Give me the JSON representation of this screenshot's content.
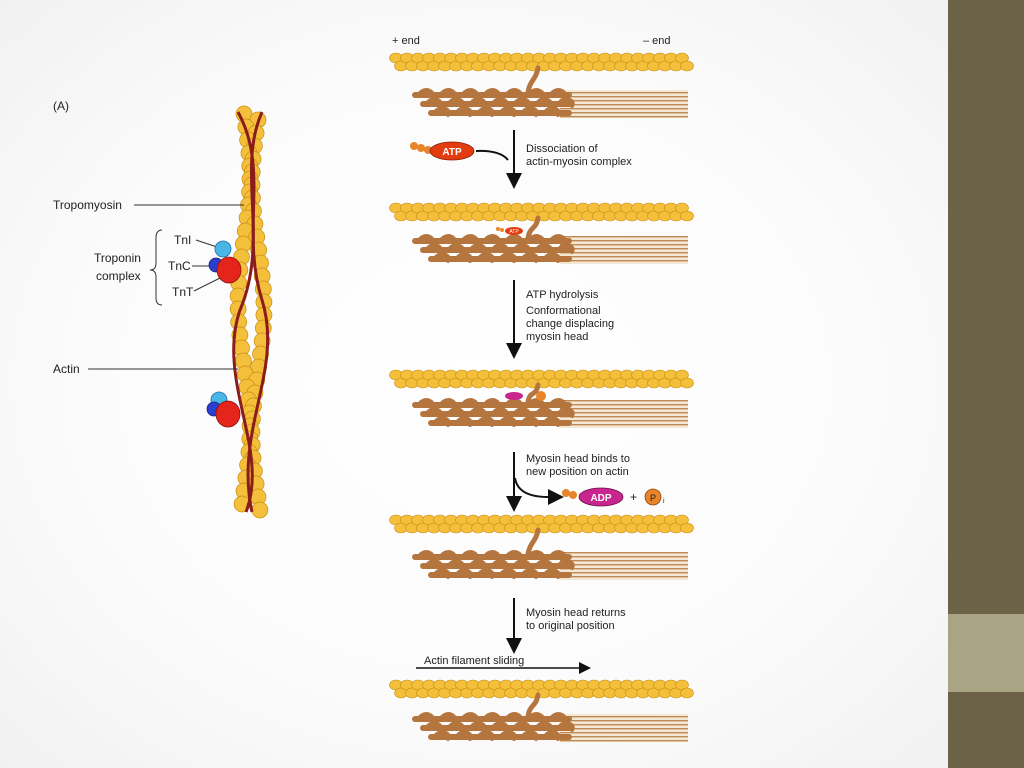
{
  "figure": {
    "panel_label": "(A)",
    "left_labels": {
      "tropomyosin": "Tropomyosin",
      "troponin_complex_line1": "Troponin",
      "troponin_complex_line2": "complex",
      "tni": "TnI",
      "tnc": "TnC",
      "tnt": "TnT",
      "actin": "Actin"
    },
    "right_labels": {
      "plus_end": "+ end",
      "minus_end": "– end",
      "step1_line1": "Dissociation of",
      "step1_line2": "actin-myosin complex",
      "atp": "ATP",
      "step2_line1": "ATP hydrolysis",
      "step2_line2": "Conformational",
      "step2_line3": "change displacing",
      "step2_line4": "myosin head",
      "small_atp": "ATP",
      "step3_line1": "Myosin head binds to",
      "step3_line2": "new position on actin",
      "adp": "ADP",
      "plus": "+",
      "pi": "P",
      "pi_sub": "i",
      "step4_line1": "Myosin head returns",
      "step4_line2": "to original position",
      "sliding": "Actin filament sliding"
    }
  },
  "colors": {
    "actin": "#f4bf3a",
    "actin_stroke": "#c88d12",
    "tropomyosin": "#8a1c1c",
    "myosin": "#b5753f",
    "tni": "#4ab6e8",
    "tnc": "#2a3fd0",
    "tnt": "#e5251b",
    "atp": "#e23c10",
    "adp": "#c8258f",
    "phosphate": "#e8842a",
    "sidebar_dark": "#6b6248",
    "sidebar_light": "#a8a484"
  }
}
